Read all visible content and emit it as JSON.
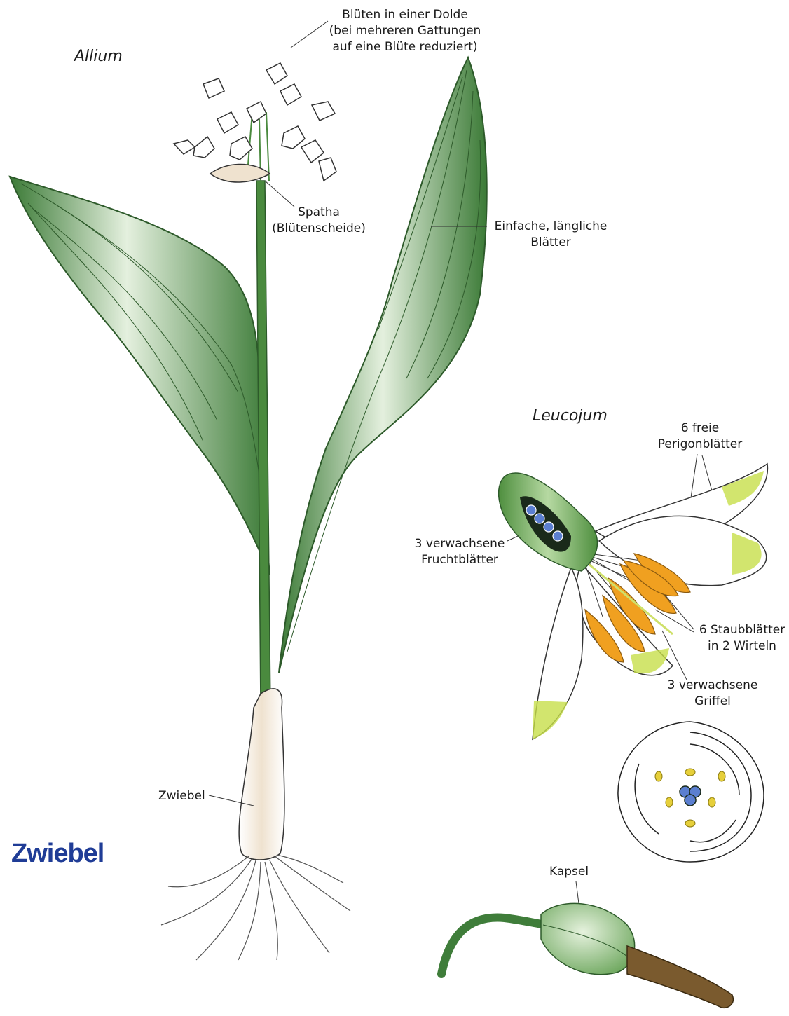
{
  "titles": {
    "allium": "Allium",
    "leucojum": "Leucojum"
  },
  "labels": {
    "umbel": [
      "Blüten in einer Dolde",
      "(bei mehreren Gattungen",
      "auf eine Blüte reduziert)"
    ],
    "spatha": [
      "Spatha",
      "(Blütenscheide)"
    ],
    "leaves": [
      "Einfache, längliche",
      "Blätter"
    ],
    "perigon": [
      "6 freie",
      "Perigonblätter"
    ],
    "carpels": [
      "3 verwachsene",
      "Fruchtblätter"
    ],
    "stamens": [
      "6 Staubblätter",
      "in 2 Wirteln"
    ],
    "styles": [
      "3 verwachsene",
      "Griffel"
    ],
    "bulb": "Zwiebel",
    "capsule": "Kapsel"
  },
  "stamp": "Zwiebel",
  "colors": {
    "leaf": "#3f7d3a",
    "leaf_light": "#e2efdc",
    "stem": "#4a8a3e",
    "bulb": "#efe2cf",
    "anther": "#f0a020",
    "ovule": "#5b7fd0",
    "tip": "#c7de4a",
    "stamp": "#1f3c96",
    "capsule": "#8fc07a",
    "dry": "#7a5a2e"
  }
}
